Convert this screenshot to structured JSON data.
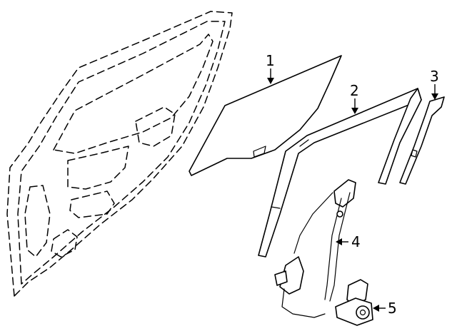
{
  "callouts": [
    {
      "number": "1"
    },
    {
      "number": "2"
    },
    {
      "number": "3"
    },
    {
      "number": "4"
    },
    {
      "number": "5"
    }
  ]
}
